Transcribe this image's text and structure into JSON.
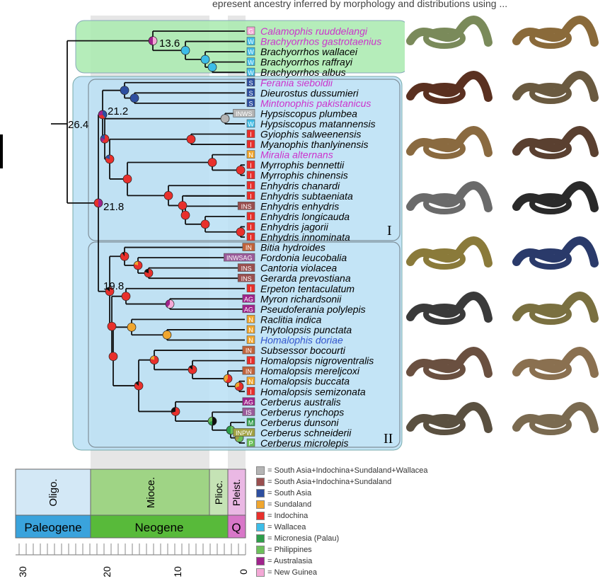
{
  "header_text": "epresent ancestry inferred by morphology and distributions using ...",
  "taxa": [
    {
      "name": "Calamophis ruuddelangi",
      "code": "G",
      "color": "#cc33cc"
    },
    {
      "name": "Brachyorrhos gastrotaenius",
      "code": "W",
      "color": "#cc33cc"
    },
    {
      "name": "Brachyorrhos wallacei",
      "code": "W",
      "color": "#000000"
    },
    {
      "name": "Brachyorrhos raffrayi",
      "code": "W",
      "color": "#000000"
    },
    {
      "name": "Brachyorrhos albus",
      "code": "W",
      "color": "#000000"
    },
    {
      "name": "Ferania sieboldii",
      "code": "S",
      "color": "#cc33cc"
    },
    {
      "name": "Dieurostus dussumieri",
      "code": "S",
      "color": "#000000"
    },
    {
      "name": "Mintonophis pakistanicus",
      "code": "S",
      "color": "#cc33cc"
    },
    {
      "name": "Hypsiscopus plumbea",
      "code": "INWS",
      "color": "#000000"
    },
    {
      "name": "Hypsiscopus matannensis",
      "code": "W",
      "color": "#000000"
    },
    {
      "name": "Gyiophis salweenensis",
      "code": "I",
      "color": "#000000"
    },
    {
      "name": "Myanophis thanlyinensis",
      "code": "I",
      "color": "#000000"
    },
    {
      "name": "Miralia alternans",
      "code": "N",
      "color": "#cc33cc"
    },
    {
      "name": "Myrrophis bennettii",
      "code": "I",
      "color": "#000000"
    },
    {
      "name": "Myrrophis chinensis",
      "code": "I",
      "color": "#000000"
    },
    {
      "name": "Enhydris chanardi",
      "code": "I",
      "color": "#000000"
    },
    {
      "name": "Enhydris subtaeniata",
      "code": "I",
      "color": "#000000"
    },
    {
      "name": "Enhydris enhydris",
      "code": "INS",
      "color": "#000000"
    },
    {
      "name": "Enhydris longicauda",
      "code": "I",
      "color": "#000000"
    },
    {
      "name": "Enhydris jagorii",
      "code": "I",
      "color": "#000000"
    },
    {
      "name": "Enhydris innominata",
      "code": "I",
      "color": "#000000"
    },
    {
      "name": "Bitia hydroides",
      "code": "IN",
      "color": "#000000"
    },
    {
      "name": "Fordonia leucobalia",
      "code": "INWSAG",
      "color": "#000000"
    },
    {
      "name": "Cantoria violacea",
      "code": "INS",
      "color": "#000000"
    },
    {
      "name": "Gerarda prevostiana",
      "code": "INS",
      "color": "#000000"
    },
    {
      "name": "Erpeton tentaculatum",
      "code": "I",
      "color": "#000000"
    },
    {
      "name": "Myron richardsonii",
      "code": "AG",
      "color": "#000000"
    },
    {
      "name": "Pseudoferania polylepis",
      "code": "AG",
      "color": "#000000"
    },
    {
      "name": "Raclitia indica",
      "code": "N",
      "color": "#000000"
    },
    {
      "name": "Phytolopsis punctata",
      "code": "N",
      "color": "#000000"
    },
    {
      "name": "Homalophis doriae",
      "code": "N",
      "color": "#3355cc"
    },
    {
      "name": "Subsessor bocourti",
      "code": "IN",
      "color": "#000000"
    },
    {
      "name": "Homalopsis nigroventralis",
      "code": "I",
      "color": "#000000"
    },
    {
      "name": "Homalopsis mereljcoxi",
      "code": "IN",
      "color": "#000000"
    },
    {
      "name": "Homalopsis buccata",
      "code": "N",
      "color": "#000000"
    },
    {
      "name": "Homalopsis semizonata",
      "code": "I",
      "color": "#000000"
    },
    {
      "name": "Cerberus australis",
      "code": "AG",
      "color": "#000000"
    },
    {
      "name": "Cerberus rynchops",
      "code": "IS",
      "color": "#000000"
    },
    {
      "name": "Cerberus dunsoni",
      "code": "M",
      "color": "#000000"
    },
    {
      "name": "Cerberus schneiderii",
      "code": "INPW",
      "color": "#000000"
    },
    {
      "name": "Cerberus microlepis",
      "code": "P",
      "color": "#000000"
    }
  ],
  "node_ages": [
    "13.6",
    "21.2",
    "26.4",
    "21.8",
    "19.8"
  ],
  "clade_labels": [
    "I",
    "II"
  ],
  "timescale": {
    "epochs": [
      "Oligo.",
      "Mioce.",
      "Plioc.",
      "Pleist."
    ],
    "periods": [
      "Paleogene",
      "Neogene",
      "Q"
    ],
    "ticks": [
      "30",
      "20",
      "10",
      "0"
    ]
  },
  "legend": [
    {
      "label": "= South Asia+Indochina+Sundaland+Wallacea",
      "color": "#b4b4b4"
    },
    {
      "label": "= South Asia+Indochina+Sundaland",
      "color": "#9a4f4f"
    },
    {
      "label": "= South Asia",
      "color": "#2e4fa0"
    },
    {
      "label": "= Sundaland",
      "color": "#f0a62e"
    },
    {
      "label": "= Indochina",
      "color": "#e8302c"
    },
    {
      "label": "= Wallacea",
      "color": "#3dbde8"
    },
    {
      "label": "= Micronesia (Palau)",
      "color": "#2e9e4a"
    },
    {
      "label": "= Philippines",
      "color": "#6cc05a"
    },
    {
      "label": "= Australasia",
      "color": "#a0238c"
    },
    {
      "label": "= New Guinea",
      "color": "#f4a8d6"
    }
  ],
  "code_colors": {
    "G": "#f4a8d6",
    "W": "#3dbde8",
    "S": "#2e4fa0",
    "INWS": "#b4b4b4",
    "I": "#e8302c",
    "N": "#f0a62e",
    "INS": "#9a4f4f",
    "IN": "#c0623a",
    "INWSAG": "#9a5a9a",
    "AG": "#a0238c",
    "IS": "#9a5a9a",
    "M": "#2e9e4a",
    "INPW": "#a0a040",
    "P": "#6cc05a"
  },
  "colors": {
    "clade_top": "#a8eaae",
    "clade_main": "#b8dff5",
    "pale_blue": "#cfe6f5",
    "mio_green": "#9fd485",
    "plio_green": "#c5e3b5",
    "pleist_pink": "#eab8e4",
    "paleogene": "#3aa3dc",
    "neogene": "#58ba3a",
    "quaternary": "#d877c8"
  }
}
